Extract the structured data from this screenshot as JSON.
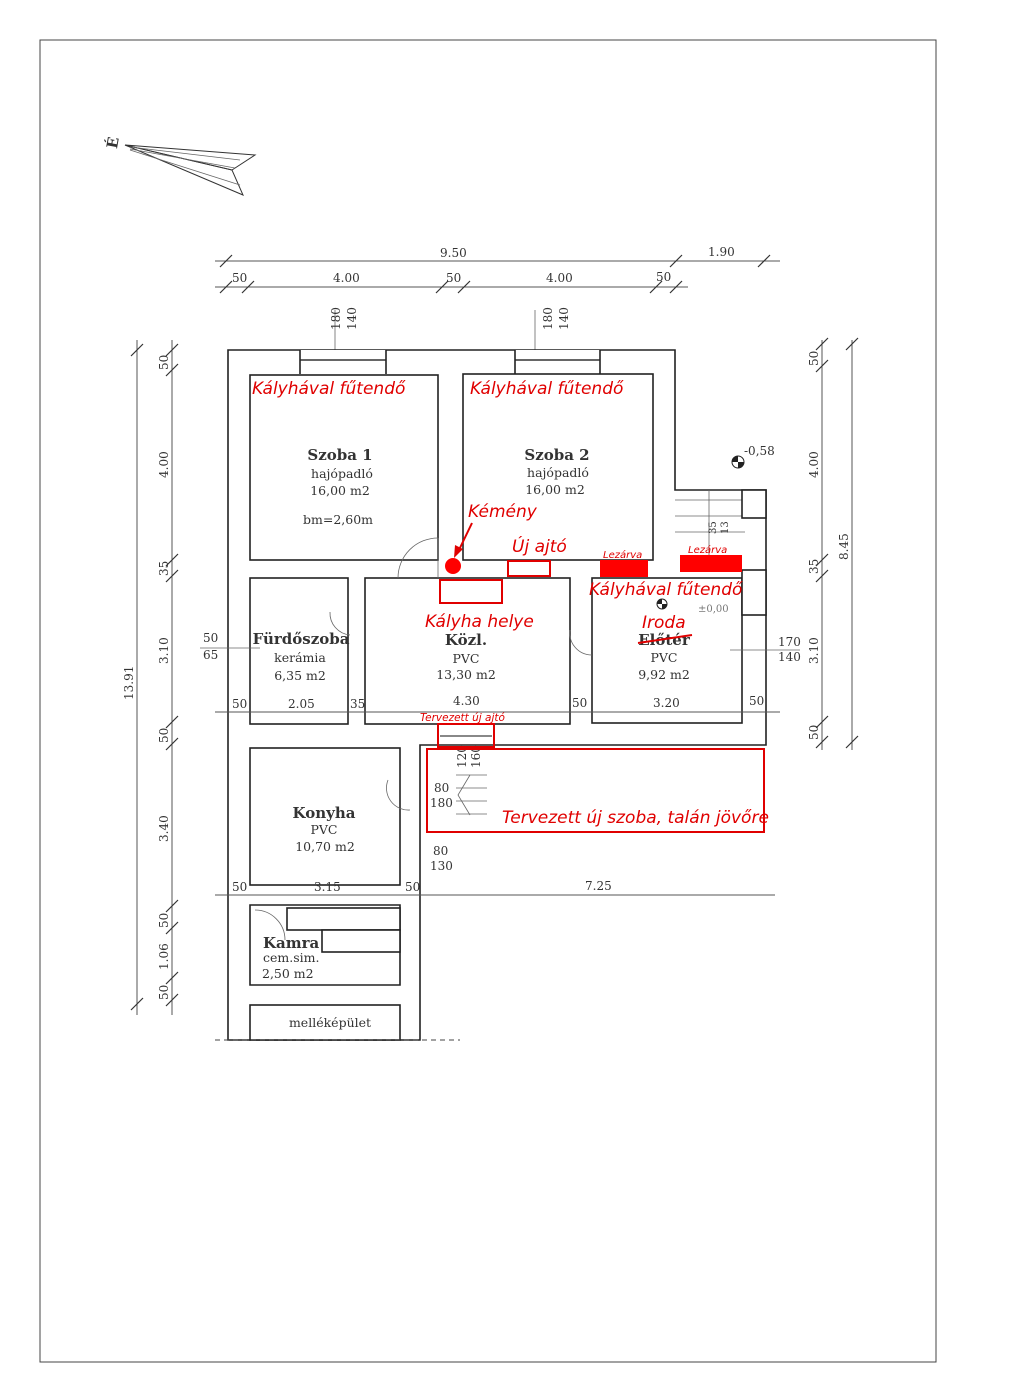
{
  "compass": {
    "north_label": "É"
  },
  "dimensions": {
    "top_total": "9.50",
    "top_extra": "1.90",
    "top_parts": [
      "50",
      "4.00",
      "50",
      "4.00",
      "50"
    ],
    "window_1": [
      "180",
      "140"
    ],
    "window_2": [
      "180",
      "140"
    ],
    "left_total": "13.91",
    "left_parts": [
      "50",
      "4.00",
      "35",
      "3.10",
      "50",
      "3.40",
      "50",
      "1.06",
      "50"
    ],
    "right_total": "8.45",
    "right_parts": [
      "50",
      "4.00",
      "35",
      "3.10",
      "50"
    ],
    "bath_window": [
      "50",
      "65"
    ],
    "office_window": [
      "170",
      "140"
    ],
    "mid_row": [
      "50",
      "2.05",
      "35",
      "4.30",
      "50",
      "3.20",
      "50"
    ],
    "stair": [
      "120",
      "160",
      "80",
      "180"
    ],
    "kitchen_window": [
      "80",
      "130"
    ],
    "lower_row": [
      "50",
      "3.15",
      "50",
      "7.25"
    ],
    "stair_small": [
      "35",
      "13"
    ],
    "level_outside": "-0,58",
    "level_inside": "±0,00"
  },
  "rooms": {
    "szoba1": {
      "name": "Szoba 1",
      "floor": "hajópadló",
      "area": "16,00 m2",
      "height": "bm=2,60m"
    },
    "szoba2": {
      "name": "Szoba 2",
      "floor": "hajópadló",
      "area": "16,00 m2"
    },
    "furdo": {
      "name": "Fürdőszoba",
      "floor": "kerámia",
      "area": "6,35 m2"
    },
    "kozl": {
      "name": "Közl.",
      "floor": "PVC",
      "area": "13,30 m2"
    },
    "eloter": {
      "name": "Előtér",
      "floor": "PVC",
      "area": "9,92 m2"
    },
    "konyha": {
      "name": "Konyha",
      "floor": "PVC",
      "area": "10,70 m2"
    },
    "kamra": {
      "name": "Kamra",
      "floor": "cem.sim.",
      "area": "2,50 m2"
    },
    "mellek": {
      "name": "melléképület"
    }
  },
  "annotations": {
    "heated_1": "Kályhával fűtendő",
    "heated_2": "Kályhával fűtendő",
    "heated_3": "Kályhával fűtendő",
    "chimney": "Kémény",
    "new_door": "Új ajtó",
    "closed_1": "Lezárva",
    "closed_2": "Lezárva",
    "stove_place": "Kályha helye",
    "office": "Iroda",
    "planned_door": "Tervezett új ajtó",
    "planned_room": "Tervezett új szoba, talán jövőre",
    "color": "#e00000"
  }
}
